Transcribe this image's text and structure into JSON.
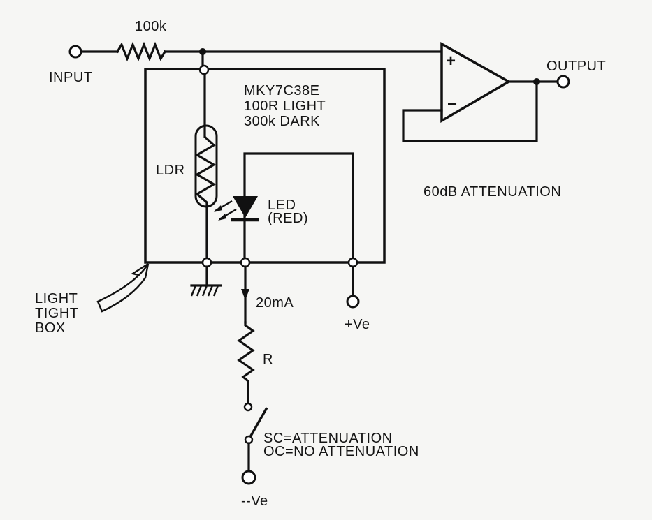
{
  "diagram": {
    "type": "circuit schematic",
    "labels": {
      "input": "INPUT",
      "output": "OUTPUT",
      "series_resistor": "100k",
      "ldr_part": "MKY7C38E",
      "ldr_light": "100R LIGHT",
      "ldr_dark": "300k DARK",
      "ldr": "LDR",
      "led_line1": "LED",
      "led_line2": "(RED)",
      "attenuation": "60dB ATTENUATION",
      "box_line1": "LIGHT",
      "box_line2": "TIGHT",
      "box_line3": "BOX",
      "current": "20mA",
      "resistor_r": "R",
      "pos_supply": "+Ve",
      "neg_supply": "--Ve",
      "switch_sc": "SC=ATTENUATION",
      "switch_oc": "OC=NO ATTENUATION",
      "opamp_plus": "+",
      "opamp_minus": "−"
    },
    "components": [
      {
        "id": "R1",
        "type": "resistor",
        "value": "100k"
      },
      {
        "id": "LDR",
        "type": "light-dependent resistor",
        "part": "MKY7C38E"
      },
      {
        "id": "LED",
        "type": "LED",
        "color": "red"
      },
      {
        "id": "R",
        "type": "resistor",
        "value": "R"
      },
      {
        "id": "SW",
        "type": "switch"
      },
      {
        "id": "U1",
        "type": "op-amp",
        "config": "voltage follower"
      }
    ]
  }
}
